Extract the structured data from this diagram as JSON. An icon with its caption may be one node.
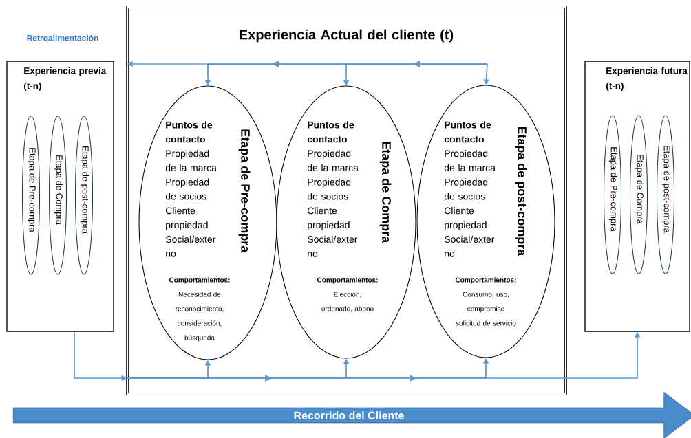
{
  "diagram": {
    "nodes": [
      {
        "text": [
          "Experiencia Actual del cliente (t)"
        ]
      },
      {
        "text": [
          "Experiencia previa (t-n)"
        ]
      },
      {
        "text": [
          "Etapa de Pre-compra"
        ],
        "in": 1
      },
      {
        "text": [
          "Etapa de Compra"
        ],
        "in": 1
      },
      {
        "text": [
          "Etapa de post-compra"
        ],
        "in": 1
      },
      {
        "text": [
          "Etapa de Pre-compra",
          "Puntos de contacto",
          "Propiedad de la marca",
          "Propiedad de socios",
          "Cliente propiedad",
          "Social/exter no",
          "Comportamientos:",
          "Necesidad de reconocimiento, consideración, búsqueda"
        ],
        "in": 0
      },
      {
        "text": [
          "Etapa de Compra",
          "Puntos de contacto",
          "Propiedad de la marca",
          "Propiedad de socios",
          "Cliente propiedad",
          "Social/exter no",
          "Comportamientos:",
          "Elección, ordenado, abono"
        ],
        "in": 0
      },
      {
        "text": [
          "Etapa de post-compra",
          "Puntos de contacto",
          "Propiedad de la marca",
          "Propiedad de socios",
          "Cliente propiedad",
          "Social/exter no",
          "Comportamientos:",
          "Consumo, uso, compromiso solicitud de servicio"
        ],
        "in": 0
      },
      {
        "text": [
          "Experiencia futura (t-n)"
        ]
      },
      {
        "text": [
          "Etapa de Pre-compra"
        ],
        "in": 8
      },
      {
        "text": [
          "Etapa de Compra"
        ],
        "in": 8
      },
      {
        "text": [
          "Etapa de post-compra"
        ],
        "in": 8
      },
      {
        "text": [
          "Recorrido del Cliente"
        ]
      }
    ],
    "edges": [
      {
        "from": 1,
        "to": 0,
        "arrow": "to"
      },
      {
        "from": 0,
        "to": 5,
        "arrow": "to"
      },
      {
        "from": 0,
        "to": 6,
        "arrow": "to"
      },
      {
        "from": 0,
        "to": 7,
        "arrow": "to"
      },
      {
        "from": 0,
        "to": 8,
        "arrow": "to"
      },
      {
        "from": null,
        "to": 5,
        "arrow": "to"
      },
      {
        "from": null,
        "to": 6,
        "arrow": "to"
      },
      {
        "from": null,
        "to": 7,
        "arrow": "to"
      },
      {
        "from": null,
        "to": 0,
        "arrow": "to"
      }
    ],
    "labels": [
      "Retroalimentación"
    ]
  }
}
